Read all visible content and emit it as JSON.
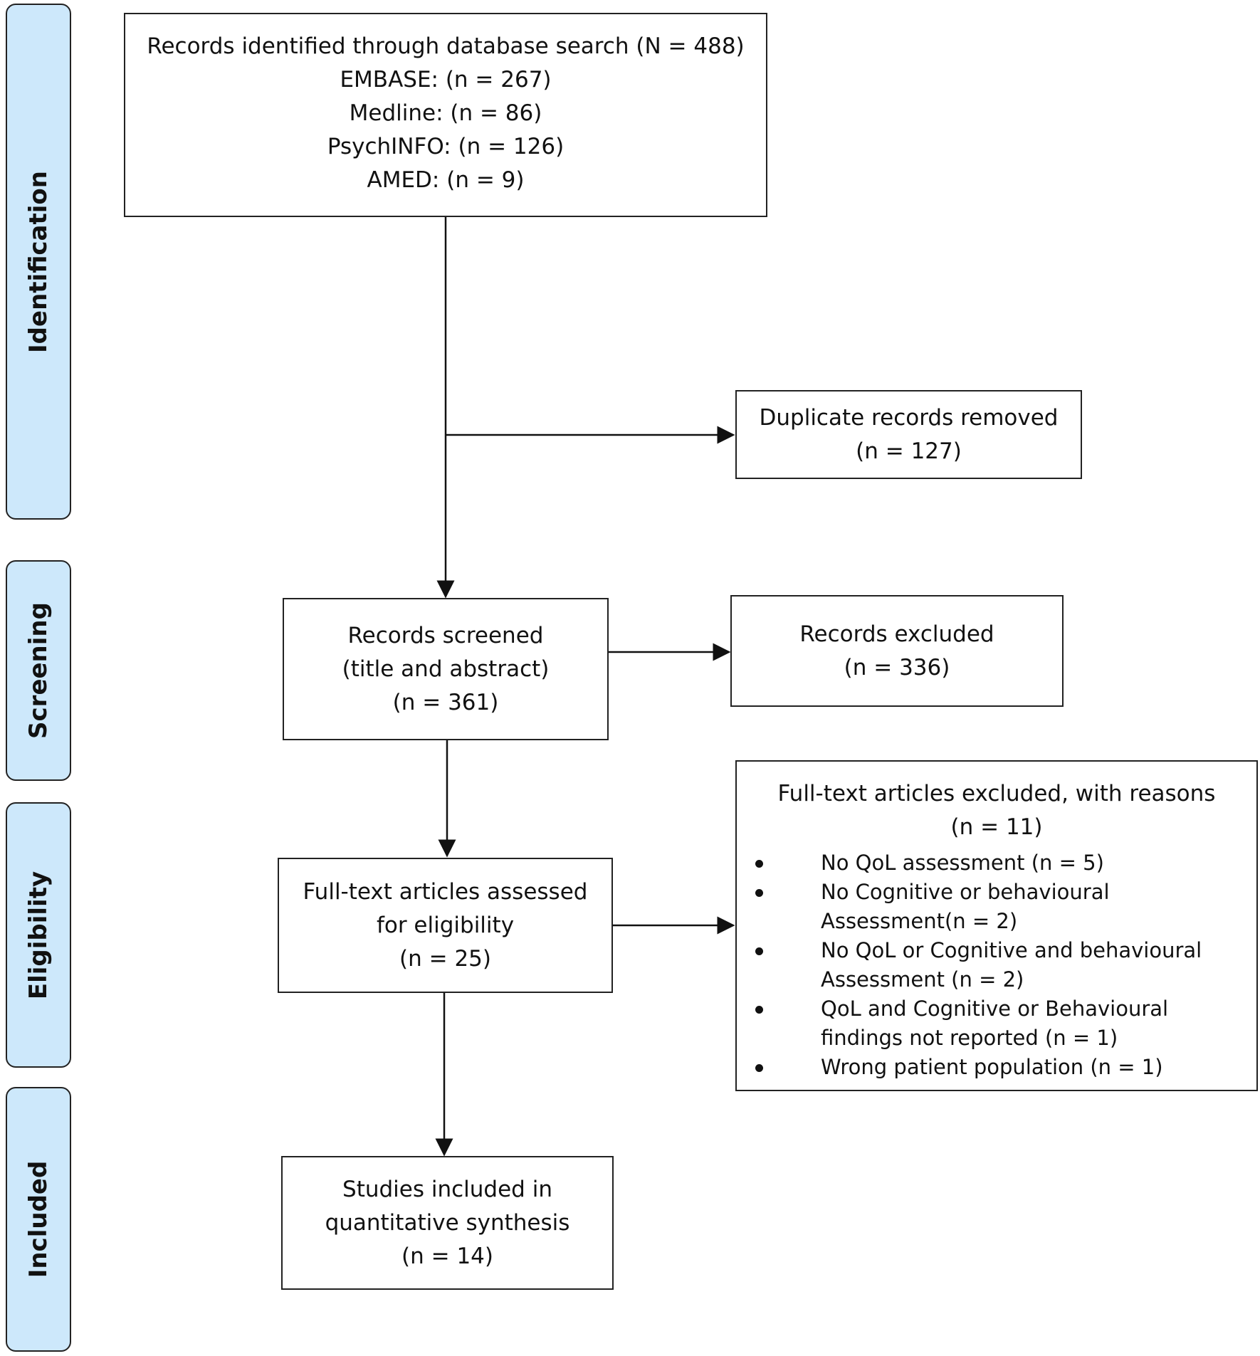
{
  "stages": [
    {
      "key": "identification",
      "label": "Identification"
    },
    {
      "key": "screening",
      "label": "Screening"
    },
    {
      "key": "eligibility",
      "label": "Eligibility"
    },
    {
      "key": "included",
      "label": "Included"
    }
  ],
  "boxes": {
    "identified": {
      "lines": [
        "Records identified through database search (N = 488)",
        "EMBASE: (n = 267)",
        "Medline: (n = 86)",
        "PsychINFO: (n = 126)",
        "AMED: (n = 9)"
      ]
    },
    "duplicates": {
      "lines": [
        "Duplicate records removed",
        "(n = 127)"
      ]
    },
    "screened": {
      "lines": [
        "Records screened",
        "(title and abstract)",
        "(n = 361)"
      ]
    },
    "excluded": {
      "lines": [
        "Records excluded",
        "(n = 336)"
      ]
    },
    "fulltext": {
      "lines": [
        "Full-text articles assessed",
        "for eligibility",
        "(n = 25)"
      ]
    },
    "fulltext_excluded": {
      "lines": [
        "Full-text articles excluded, with reasons",
        "(n = 11)"
      ],
      "reasons": [
        "No QoL assessment (n = 5)",
        "No Cognitive or behavioural Assessment(n = 2)",
        "No QoL or Cognitive and behavioural Assessment (n = 2)",
        "QoL and Cognitive or Behavioural findings not reported (n = 1)",
        "Wrong patient population (n = 1)"
      ]
    },
    "included": {
      "lines": [
        "Studies included in",
        "quantitative synthesis",
        "(n = 14)"
      ]
    }
  }
}
